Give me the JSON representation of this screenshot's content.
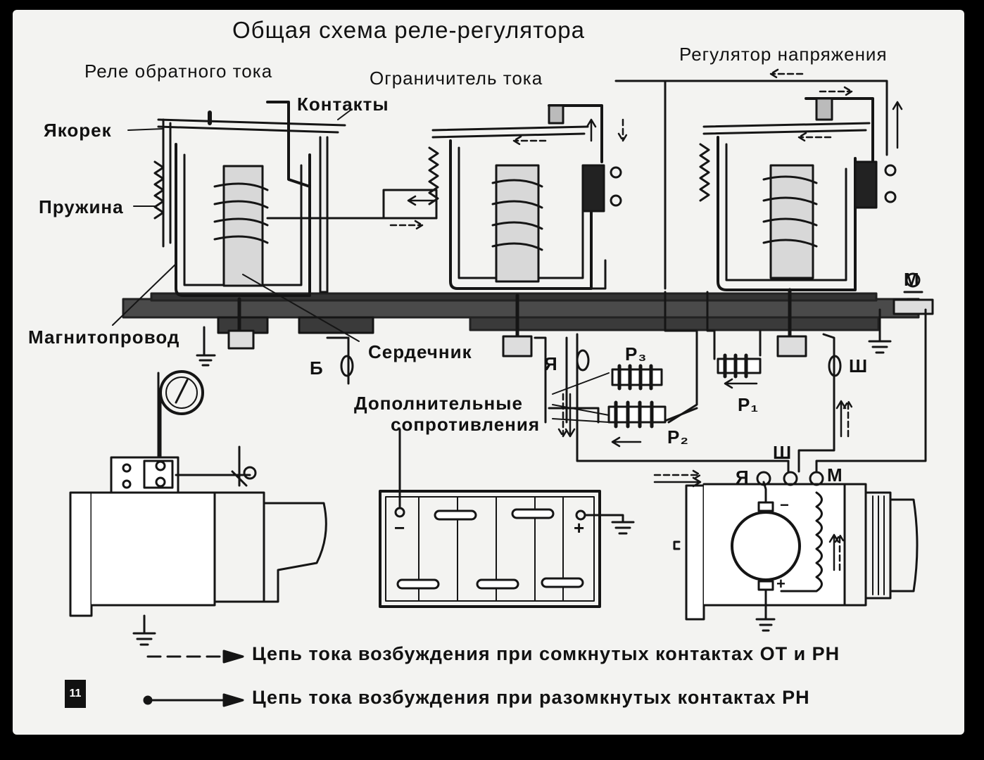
{
  "title": "Общая схема реле-регулятора",
  "labels": {
    "reverse_current_relay": "Реле обратного тока",
    "current_limiter": "Ограничитель тока",
    "voltage_regulator": "Регулятор напряжения",
    "contacts": "Контакты",
    "armature": "Якорек",
    "spring": "Пружина",
    "magnetic_core": "Магнитопровод",
    "core": "Сердечник",
    "additional_resistors_1": "Дополнительные",
    "additional_resistors_2": "сопротивления"
  },
  "terminals": {
    "b": "Б",
    "ya": "Я",
    "sh": "Ш",
    "m": "М",
    "ya2": "Я",
    "sh2": "Ш",
    "m2": "М",
    "p1": "P₁",
    "p2": "P₂",
    "p3": "P₃",
    "minus": "−",
    "plus": "+",
    "gen_minus": "−",
    "gen_plus": "+"
  },
  "legend": [
    {
      "style": "dashed",
      "text": "Цепь тока возбуждения при сомкнутых контактах ОТ и РН"
    },
    {
      "style": "solid",
      "text": "Цепь тока возбуждения при разомкнутых контактах РН"
    }
  ],
  "slide_number": "11",
  "colors": {
    "background": "#f3f3f1",
    "ink": "#151515",
    "frame": "#000000"
  }
}
